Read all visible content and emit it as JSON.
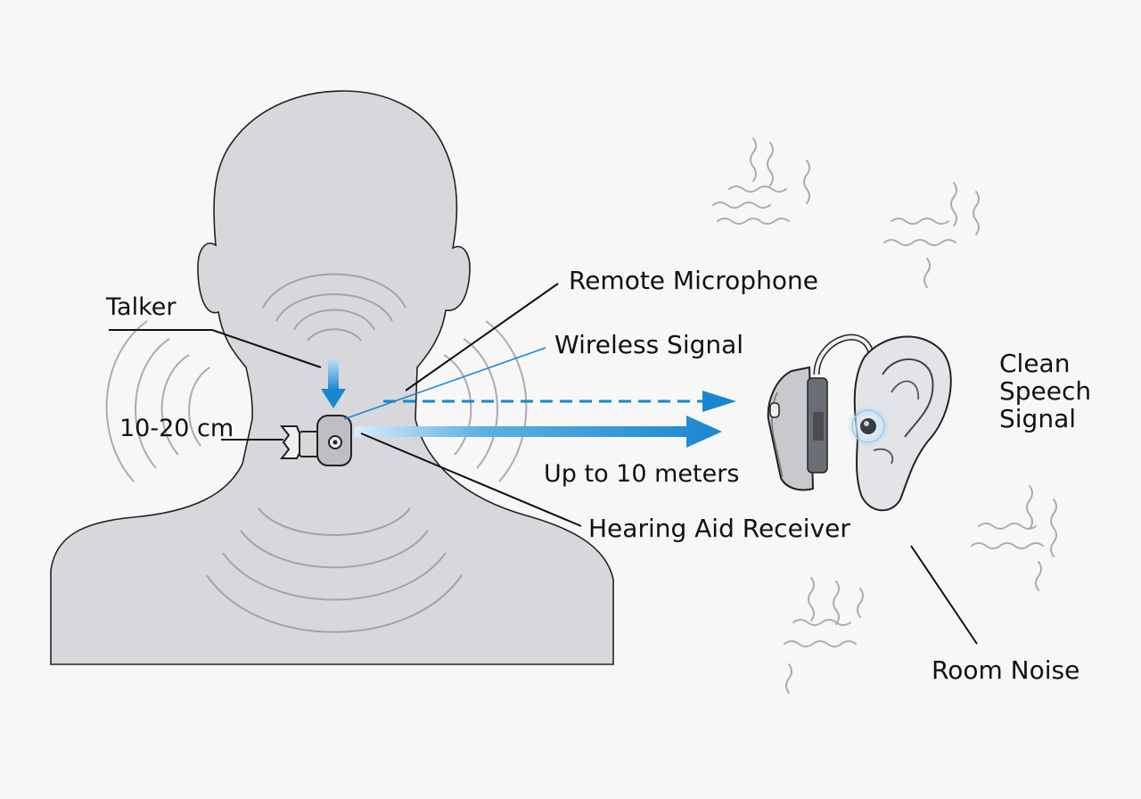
{
  "labels": {
    "talker": "Talker",
    "distance_near": "10-20 cm",
    "remote_microphone": "Remote Microphone",
    "wireless_signal": "Wireless Signal",
    "range": "Up to 10 meters",
    "hearing_aid_receiver": "Hearing Aid Receiver",
    "clean_speech_line1": "Clean",
    "clean_speech_line2": "Speech",
    "clean_speech_line3": "Signal",
    "room_noise": "Room Noise"
  },
  "colors": {
    "background": "#f7f7f8",
    "silhouette_fill": "#d6d8dc",
    "silhouette_stroke": "#222222",
    "signal_blue": "#1a86cf",
    "signal_blue_light": "#8fc6ea",
    "leader_line": "#111111",
    "noise_squiggle": "#a9adb3"
  }
}
